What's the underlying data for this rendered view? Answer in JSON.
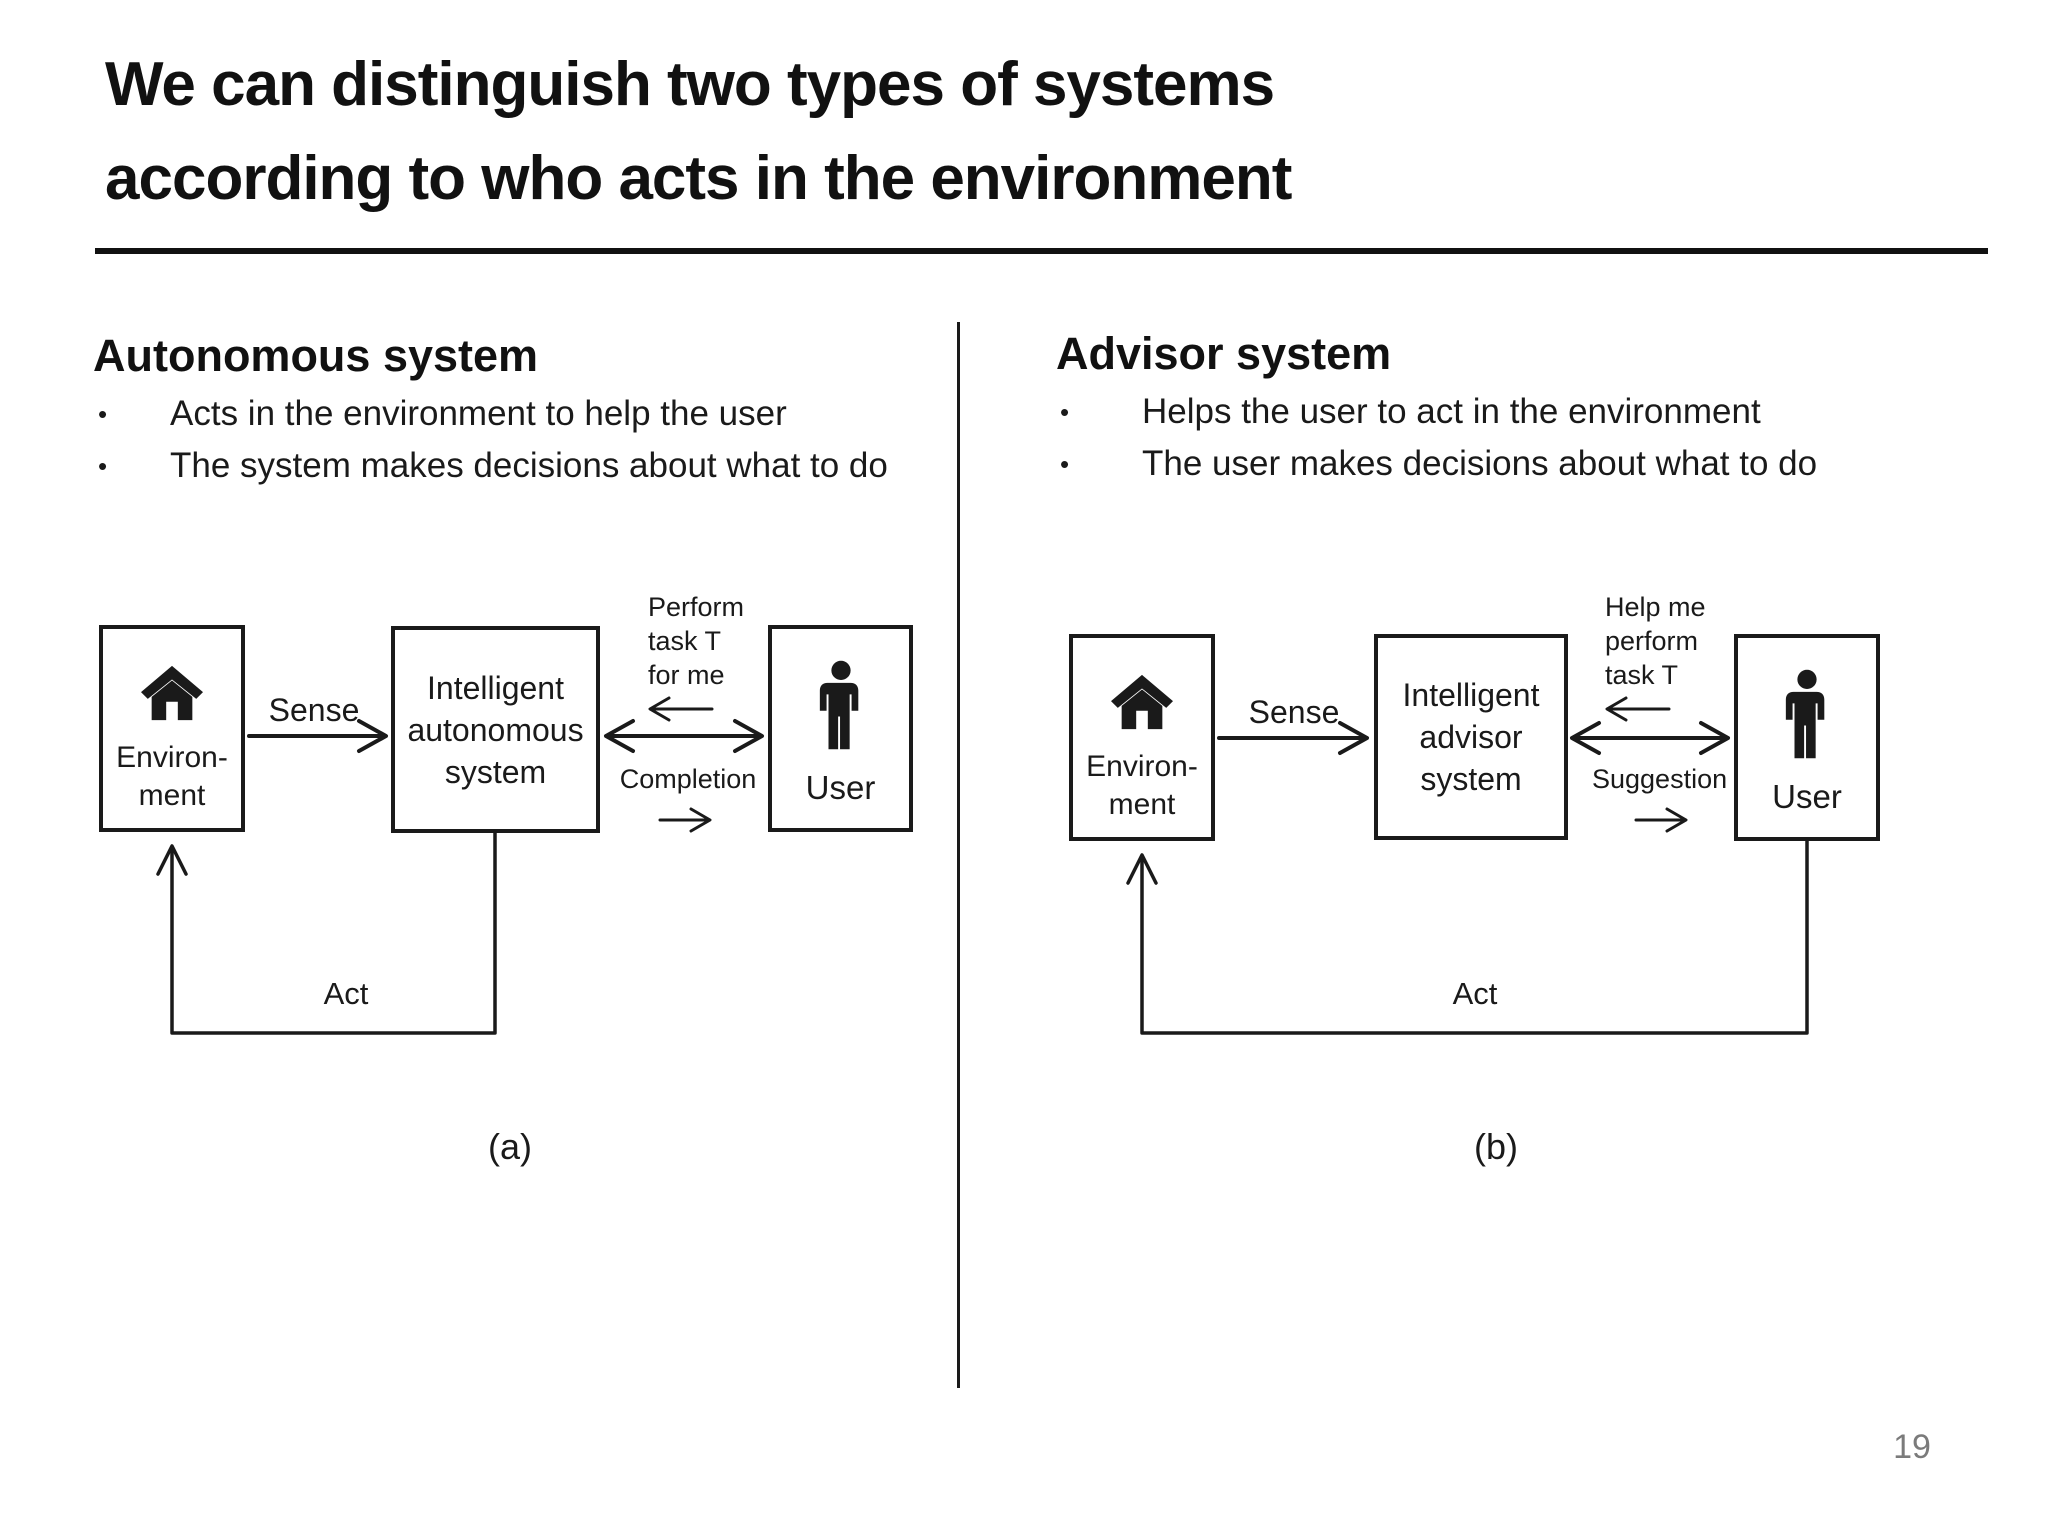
{
  "slide": {
    "title_line1": "We can distinguish two types of systems",
    "title_line2": "according to who acts in the environment",
    "bullet_char": "•",
    "page_number": "19"
  },
  "colors": {
    "ink": "#1a1a1a",
    "page_number_gray": "#7b7b7b"
  },
  "autonomous": {
    "heading": "Autonomous system",
    "bullet1": "Acts in the environment to help the user",
    "bullet2": "The system makes decisions about what to do",
    "diagram": {
      "environment_line1": "Environ-",
      "environment_line2": "ment",
      "system_line1": "Intelligent",
      "system_line2": "autonomous",
      "system_line3": "system",
      "user_label": "User",
      "sense_label": "Sense",
      "request_line1": "Perform",
      "request_line2": "task T",
      "request_line3": "for me",
      "response_label": "Completion",
      "act_label": "Act",
      "caption": "(a)"
    }
  },
  "advisor": {
    "heading": "Advisor system",
    "bullet1": "Helps the user to act in the environment",
    "bullet2": "The user makes decisions about what to do",
    "diagram": {
      "environment_line1": "Environ-",
      "environment_line2": "ment",
      "system_line1": "Intelligent",
      "system_line2": "advisor",
      "system_line3": "system",
      "user_label": "User",
      "sense_label": "Sense",
      "request_line1": "Help me",
      "request_line2": "perform",
      "request_line3": "task T",
      "response_label": "Suggestion",
      "act_label": "Act",
      "caption": "(b)"
    }
  }
}
